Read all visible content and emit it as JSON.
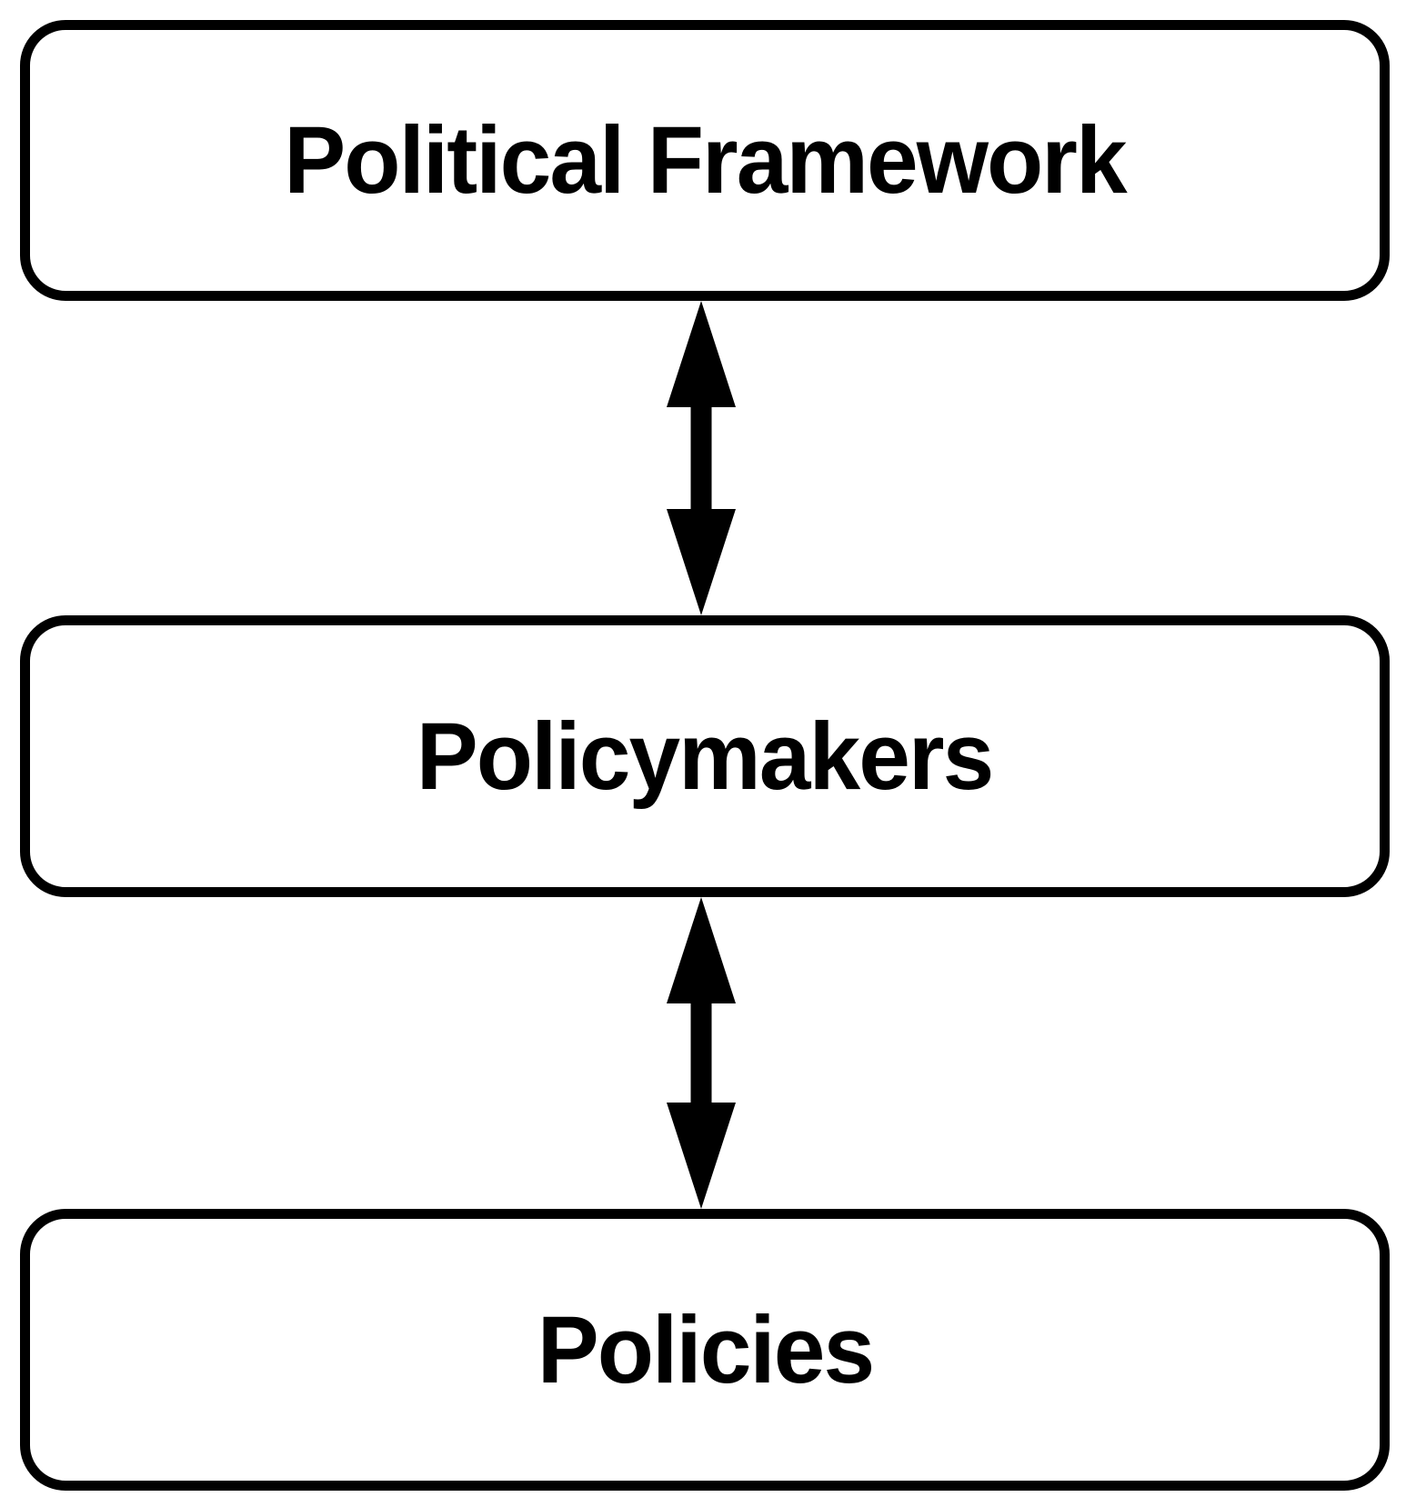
{
  "diagram": {
    "type": "flow-diagram",
    "background_color": "#ffffff",
    "stroke_color": "#000000",
    "text_color": "#000000",
    "nodes": [
      {
        "id": "political-framework",
        "label": "Political Framework",
        "shape": "rounded-rectangle"
      },
      {
        "id": "policymakers",
        "label": "Policymakers",
        "shape": "rounded-rectangle"
      },
      {
        "id": "policies",
        "label": "Policies",
        "shape": "rounded-rectangle"
      }
    ],
    "connectors": [
      {
        "from": "political-framework",
        "to": "policymakers",
        "style": "double-headed-vertical-arrow"
      },
      {
        "from": "policymakers",
        "to": "policies",
        "style": "double-headed-vertical-arrow"
      }
    ]
  }
}
